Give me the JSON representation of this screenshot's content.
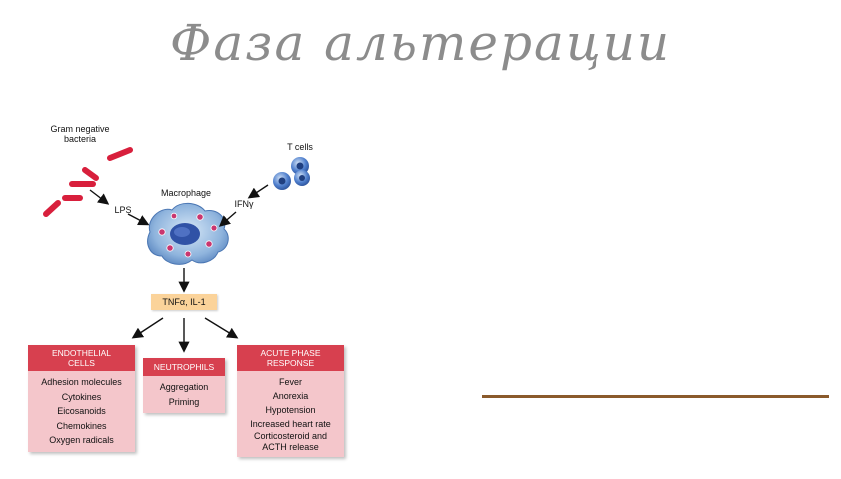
{
  "title": "Фаза альтерации",
  "diagram": {
    "source_label_line1": "Gram negative",
    "source_label_line2": "bacteria",
    "tcells_label": "T cells",
    "macrophage_label": "Macrophage",
    "lps_label": "LPS",
    "ifn_label": "IFNγ",
    "center_label": "TNFα, IL-1",
    "boxes": [
      {
        "title_line1": "ENDOTHELIAL",
        "title_line2": "CELLS",
        "items": [
          "Adhesion molecules",
          "Cytokines",
          "Eicosanoids",
          "Chemokines",
          "Oxygen radicals"
        ]
      },
      {
        "title_line1": "NEUTROPHILS",
        "title_line2": "",
        "items": [
          "Aggregation",
          "Priming"
        ]
      },
      {
        "title_line1": "ACUTE PHASE",
        "title_line2": "RESPONSE",
        "items": [
          "Fever",
          "Anorexia",
          "Hypotension",
          "Increased heart rate",
          "Corticosteroid and",
          "ACTH release"
        ]
      }
    ],
    "colors": {
      "bacteria": "#d81f3c",
      "box_header": "#d7404f",
      "box_body": "#f4c6cb",
      "cytokine_box": "#fbd39a",
      "tcell": "#3f6fbf",
      "macrophage": "#8fb4dd"
    }
  }
}
